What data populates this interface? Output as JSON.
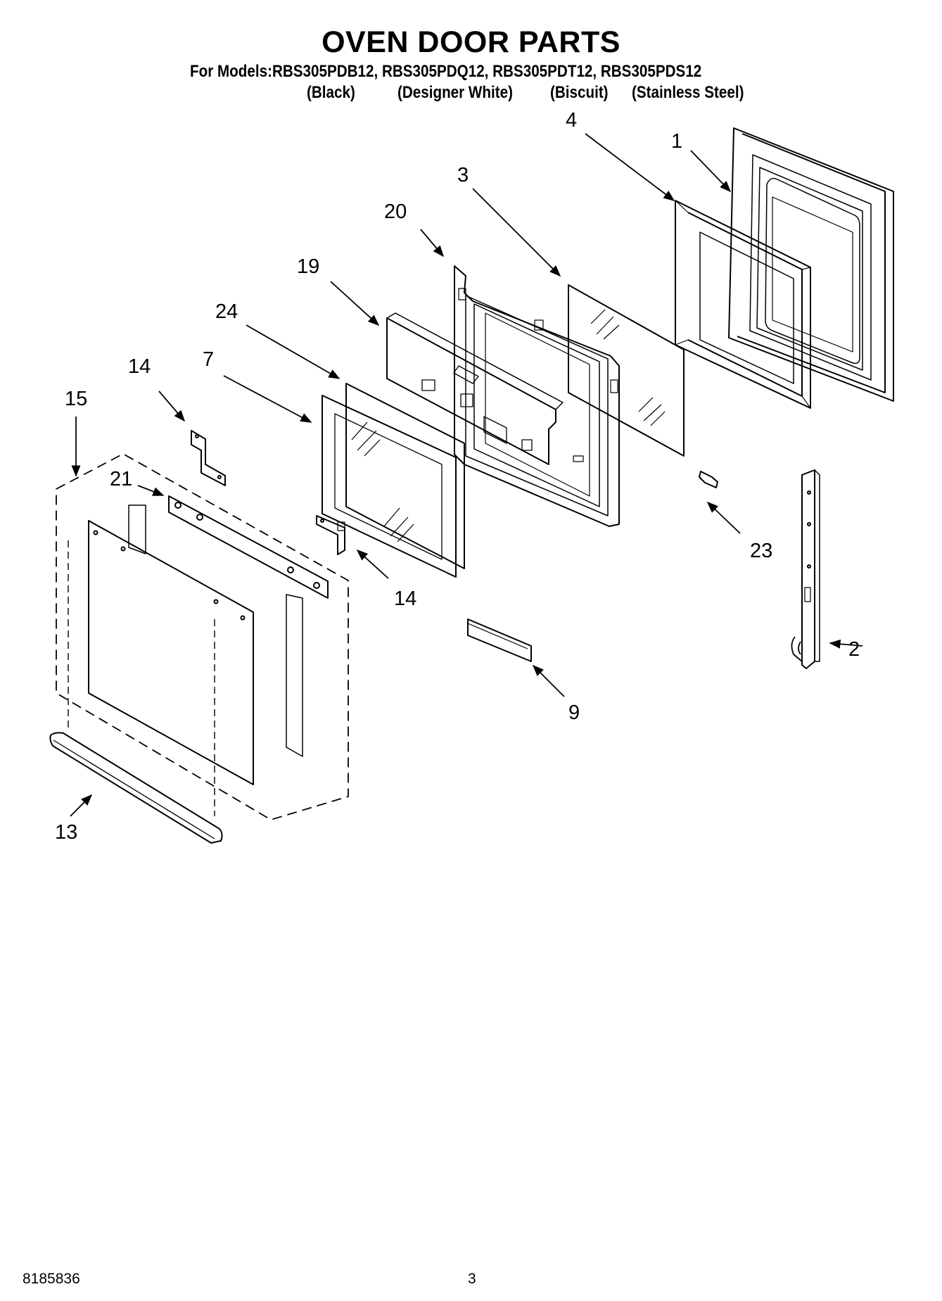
{
  "header": {
    "title": "OVEN DOOR PARTS",
    "models_line": "For Models:RBS305PDB12, RBS305PDQ12, RBS305PDT12, RBS305PDS12",
    "colors": [
      "(Black)",
      "(Designer White)",
      "(Biscuit)",
      "(Stainless Steel)"
    ]
  },
  "callouts": {
    "c1": "1",
    "c2": "2",
    "c3": "3",
    "c4": "4",
    "c7": "7",
    "c9": "9",
    "c13": "13",
    "c14a": "14",
    "c14b": "14",
    "c15": "15",
    "c19": "19",
    "c20": "20",
    "c21": "21",
    "c23": "23",
    "c24": "24"
  },
  "footer": {
    "doc_number": "8185836",
    "page_number": "3"
  }
}
